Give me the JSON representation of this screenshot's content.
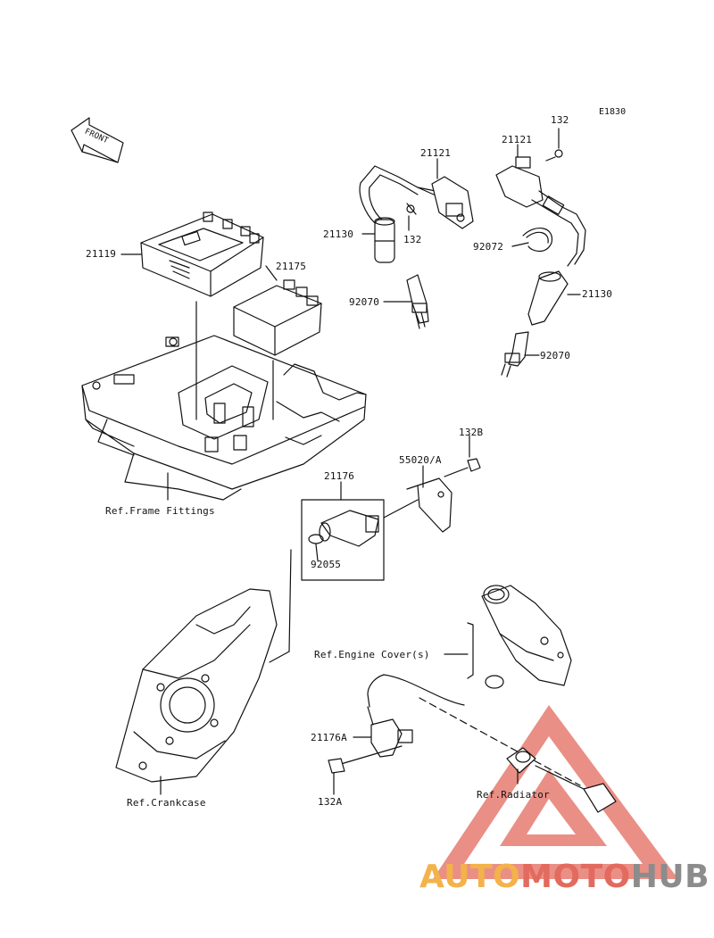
{
  "diagram": {
    "code": "E1830",
    "front_arrow_text": "FRONT",
    "callouts": {
      "p21119": "21119",
      "p21175": "21175",
      "p21121_left": "21121",
      "p21121_right": "21121",
      "p132_top": "132",
      "p132_mid": "132",
      "p21130_left": "21130",
      "p21130_right": "21130",
      "p92072": "92072",
      "p92070_left": "92070",
      "p92070_right": "92070",
      "p132B": "132B",
      "p55020A": "55020/A",
      "p21176": "21176",
      "p92055": "92055",
      "ref_frame": "Ref.Frame Fittings",
      "ref_engine_cover": "Ref.Engine Cover(s)",
      "p21176A": "21176A",
      "p132A": "132A",
      "ref_crankcase": "Ref.Crankcase",
      "ref_radiator": "Ref.Radiator"
    },
    "colors": {
      "ink": "#111111",
      "watermark_red": "#e36a5e",
      "watermark_yellow": "#f3b24a",
      "watermark_gray": "#8c8c8c"
    }
  },
  "watermark": {
    "part1": "AUTO",
    "part2": "MOTO",
    "part3": "HUB"
  }
}
